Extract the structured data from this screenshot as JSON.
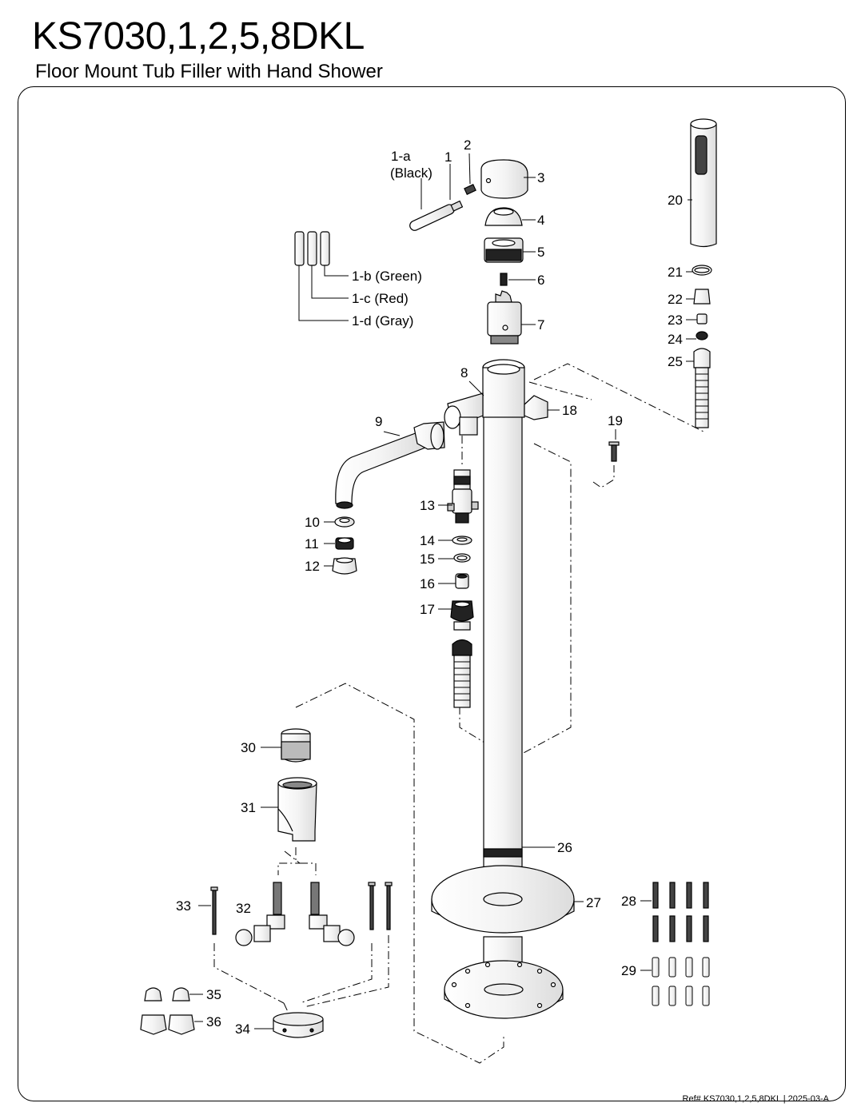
{
  "header": {
    "title": "KS7030,1,2,5,8DKL",
    "subtitle": "Floor Mount Tub Filler with Hand Shower"
  },
  "footer": {
    "ref": "Ref# KS7030,1,2,5,8DKL | 2025-03-A"
  },
  "labels": {
    "l1a": "1-a",
    "l1a_color": "(Black)",
    "l1": "1",
    "l2": "2",
    "l3": "3",
    "l4": "4",
    "l5": "5",
    "l6": "6",
    "l7": "7",
    "l8": "8",
    "l9": "9",
    "l10": "10",
    "l11": "11",
    "l12": "12",
    "l13": "13",
    "l14": "14",
    "l15": "15",
    "l16": "16",
    "l17": "17",
    "l18": "18",
    "l19": "19",
    "l20": "20",
    "l21": "21",
    "l22": "22",
    "l23": "23",
    "l24": "24",
    "l25": "25",
    "l26": "26",
    "l27": "27",
    "l28": "28",
    "l29": "29",
    "l30": "30",
    "l31": "31",
    "l32": "32",
    "l33": "33",
    "l34": "34",
    "l35": "35",
    "l36": "36",
    "l1b": "1-b (Green)",
    "l1c": "1-c (Red)",
    "l1d": "1-d (Gray)"
  }
}
